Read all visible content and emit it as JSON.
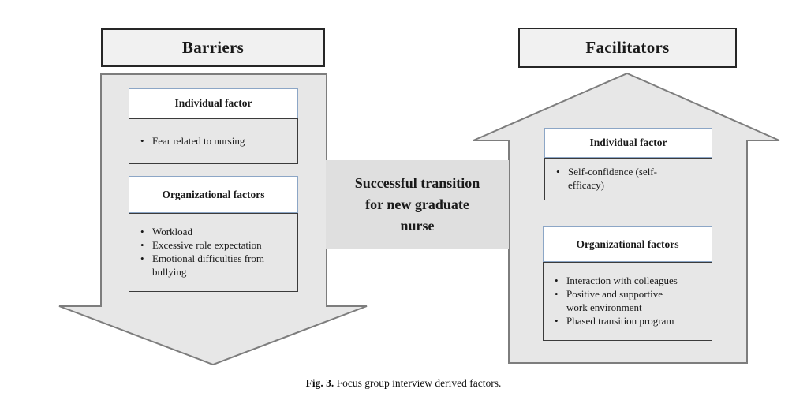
{
  "figure": {
    "caption_label": "Fig. 3.",
    "caption_text": "Focus group interview derived factors."
  },
  "center": {
    "lines": [
      "Successful transition",
      "for new graduate",
      "nurse"
    ]
  },
  "barriers": {
    "title": "Barriers",
    "arrow_direction": "down",
    "individual": {
      "header": "Individual factor",
      "items": [
        "Fear related to nursing"
      ]
    },
    "organizational": {
      "header": "Organizational factors",
      "items": [
        "Workload",
        "Excessive role expectation",
        "Emotional difficulties from bullying"
      ]
    }
  },
  "facilitators": {
    "title": "Facilitators",
    "arrow_direction": "up",
    "individual": {
      "header": "Individual factor",
      "items": [
        "Self-confidence (self-efficacy)"
      ]
    },
    "organizational": {
      "header": "Organizational factors",
      "items": [
        "Interaction with colleagues",
        "Positive and supportive work environment",
        "Phased transition program"
      ]
    }
  },
  "colors": {
    "arrow_fill": "#e7e7e7",
    "arrow_stroke": "#7d7d7d",
    "title_box_fill": "#f1f1f1",
    "title_box_border": "#262626",
    "header_box_border": "#8ca6c6",
    "content_box_border": "#3b3b3b",
    "center_box_fill": "#dfdfdf"
  }
}
